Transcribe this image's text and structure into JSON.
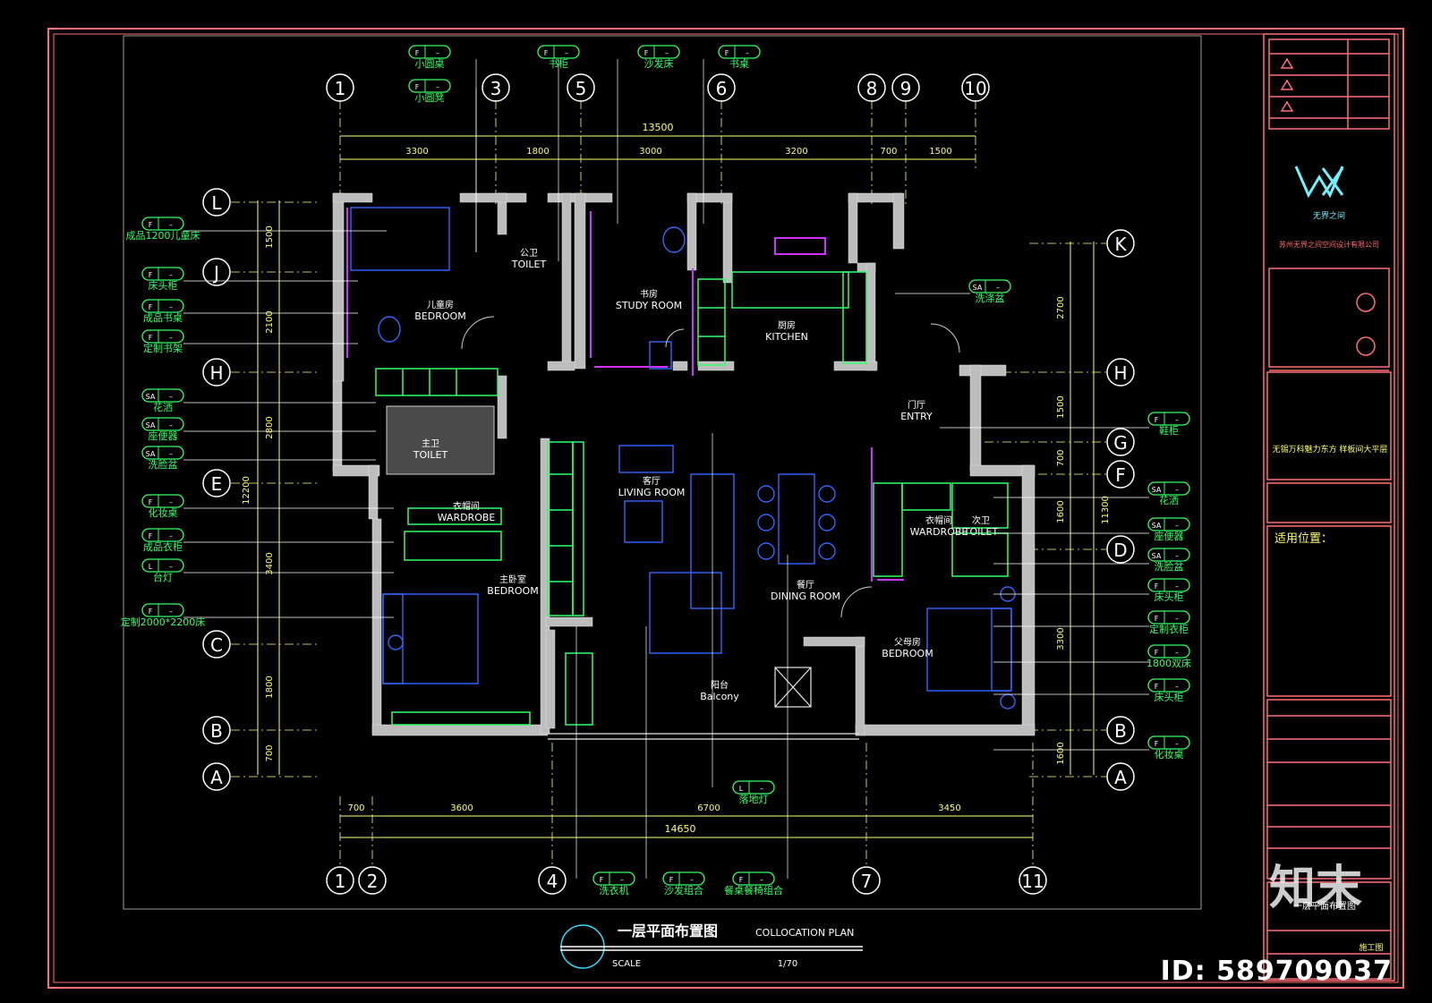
{
  "drawing": {
    "title_cn": "一层平面布置图",
    "title_en": "COLLOCATION PLAN",
    "scale_label": "SCALE",
    "scale_value": "1/70",
    "id_stamp": "ID: 589709037",
    "watermark_brand": "知末"
  },
  "grid": {
    "top_axes": [
      "1",
      "3",
      "5",
      "6",
      "8",
      "9",
      "10"
    ],
    "bottom_axes": [
      "1",
      "2",
      "4",
      "7",
      "11"
    ],
    "left_axes": [
      "L",
      "J",
      "H",
      "E",
      "C",
      "B",
      "A"
    ],
    "right_axes": [
      "K",
      "H",
      "G",
      "F",
      "D",
      "B",
      "A"
    ]
  },
  "dimensions": {
    "top_total": "13500",
    "top_segments": [
      "3300",
      "1800",
      "3000",
      "3200",
      "700",
      "1500"
    ],
    "bottom_total": "14650",
    "bottom_segments": [
      "700",
      "3600",
      "6700",
      "3450"
    ],
    "left_total": "12200",
    "left_segments": [
      "1500",
      "2100",
      "2800",
      "3400",
      "1800",
      "700"
    ],
    "right_total": "11300",
    "right_segments": [
      "2700",
      "1500",
      "700",
      "1600",
      "3300",
      "1600"
    ]
  },
  "rooms": [
    {
      "cn": "儿童房",
      "en": "BEDROOM"
    },
    {
      "cn": "公卫",
      "en": "TOILET"
    },
    {
      "cn": "书房",
      "en": "STUDY ROOM"
    },
    {
      "cn": "厨房",
      "en": "KITCHEN"
    },
    {
      "cn": "门厅",
      "en": "ENTRY"
    },
    {
      "cn": "主卫",
      "en": "TOILET"
    },
    {
      "cn": "衣帽间",
      "en": "WARDROBE"
    },
    {
      "cn": "客厅",
      "en": "LIVING ROOM"
    },
    {
      "cn": "主卧室",
      "en": "BEDROOM"
    },
    {
      "cn": "餐厅",
      "en": "DINING ROOM"
    },
    {
      "cn": "阳台",
      "en": "Balcony"
    },
    {
      "cn": "衣帽间",
      "en": "WARDROBE"
    },
    {
      "cn": "次卫",
      "en": "TOILET"
    },
    {
      "cn": "父母房",
      "en": "BEDROOM"
    }
  ],
  "callouts": {
    "top": [
      {
        "code": "F",
        "label": "小圆桌"
      },
      {
        "code": "F",
        "label": "小圆凳"
      },
      {
        "code": "F",
        "label": "书柜"
      },
      {
        "code": "F",
        "label": "沙发床"
      },
      {
        "code": "F",
        "label": "书桌"
      }
    ],
    "left": [
      {
        "code": "F",
        "label": "成品1200儿童床"
      },
      {
        "code": "F",
        "label": "床头柜"
      },
      {
        "code": "F",
        "label": "成品书桌"
      },
      {
        "code": "F",
        "label": "定制书架"
      },
      {
        "code": "SA",
        "label": "花洒"
      },
      {
        "code": "SA",
        "label": "座便器"
      },
      {
        "code": "SA",
        "label": "洗脸盆"
      },
      {
        "code": "F",
        "label": "化妆桌"
      },
      {
        "code": "F",
        "label": "成品衣柜"
      },
      {
        "code": "L",
        "label": "台灯"
      },
      {
        "code": "F",
        "label": "定制2000*2200床"
      }
    ],
    "right": [
      {
        "code": "SA",
        "label": "洗涤盆"
      },
      {
        "code": "F",
        "label": "鞋柜"
      },
      {
        "code": "SA",
        "label": "花洒"
      },
      {
        "code": "SA",
        "label": "座便器"
      },
      {
        "code": "SA",
        "label": "洗脸盆"
      },
      {
        "code": "F",
        "label": "床头柜"
      },
      {
        "code": "F",
        "label": "定制衣柜"
      },
      {
        "code": "F",
        "label": "1800双床"
      },
      {
        "code": "F",
        "label": "床头柜"
      },
      {
        "code": "F",
        "label": "化妆桌"
      }
    ],
    "bottom": [
      {
        "code": "L",
        "label": "落地灯"
      },
      {
        "code": "F",
        "label": "洗衣机"
      },
      {
        "code": "F",
        "label": "沙发组合"
      },
      {
        "code": "F",
        "label": "餐桌餐椅组合"
      }
    ]
  },
  "title_block": {
    "company_cn": "无界之间",
    "company_full": "苏州无界之间空间设计有限公司",
    "project": "无锡万科魅力东方 样板间大平层",
    "usage": "适用位置：",
    "sheet_title": "一层平面布置图",
    "stage": "施工图"
  },
  "colors": {
    "frame": "#ff6f74",
    "wall": "#bdbdbd",
    "grid_yellow": "#ffff66",
    "furniture_green": "#33ff66",
    "cyan": "#33ddff",
    "axis_circle": "#ffffff",
    "magenta": "#cc33ff",
    "blue_furniture": "#3366ff"
  }
}
